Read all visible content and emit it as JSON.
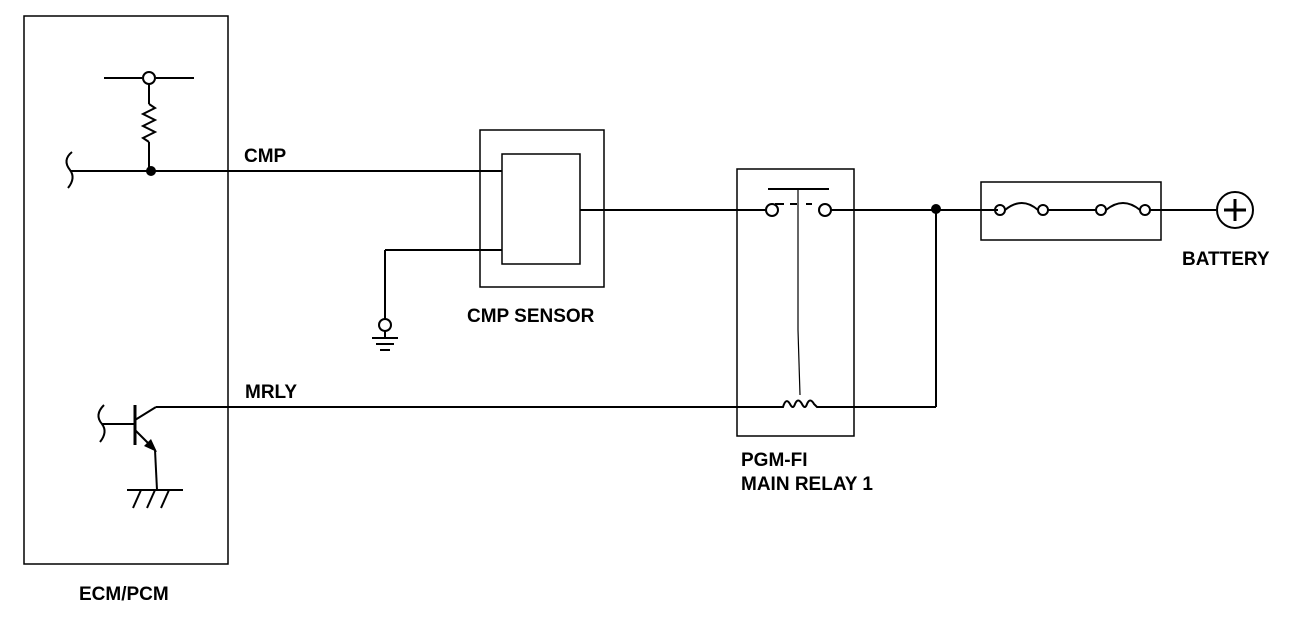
{
  "labels": {
    "ecm": "ECM/PCM",
    "cmp_signal": "CMP",
    "mrly_signal": "MRLY",
    "cmp_sensor": "CMP SENSOR",
    "relay_line1": "PGM-FI",
    "relay_line2": "MAIN  RELAY 1",
    "battery": "BATTERY"
  },
  "colors": {
    "line": "#000000",
    "background": "#ffffff"
  },
  "icons": {
    "battery_terminal": "plus-circle-icon",
    "ground": "ground-icon"
  }
}
